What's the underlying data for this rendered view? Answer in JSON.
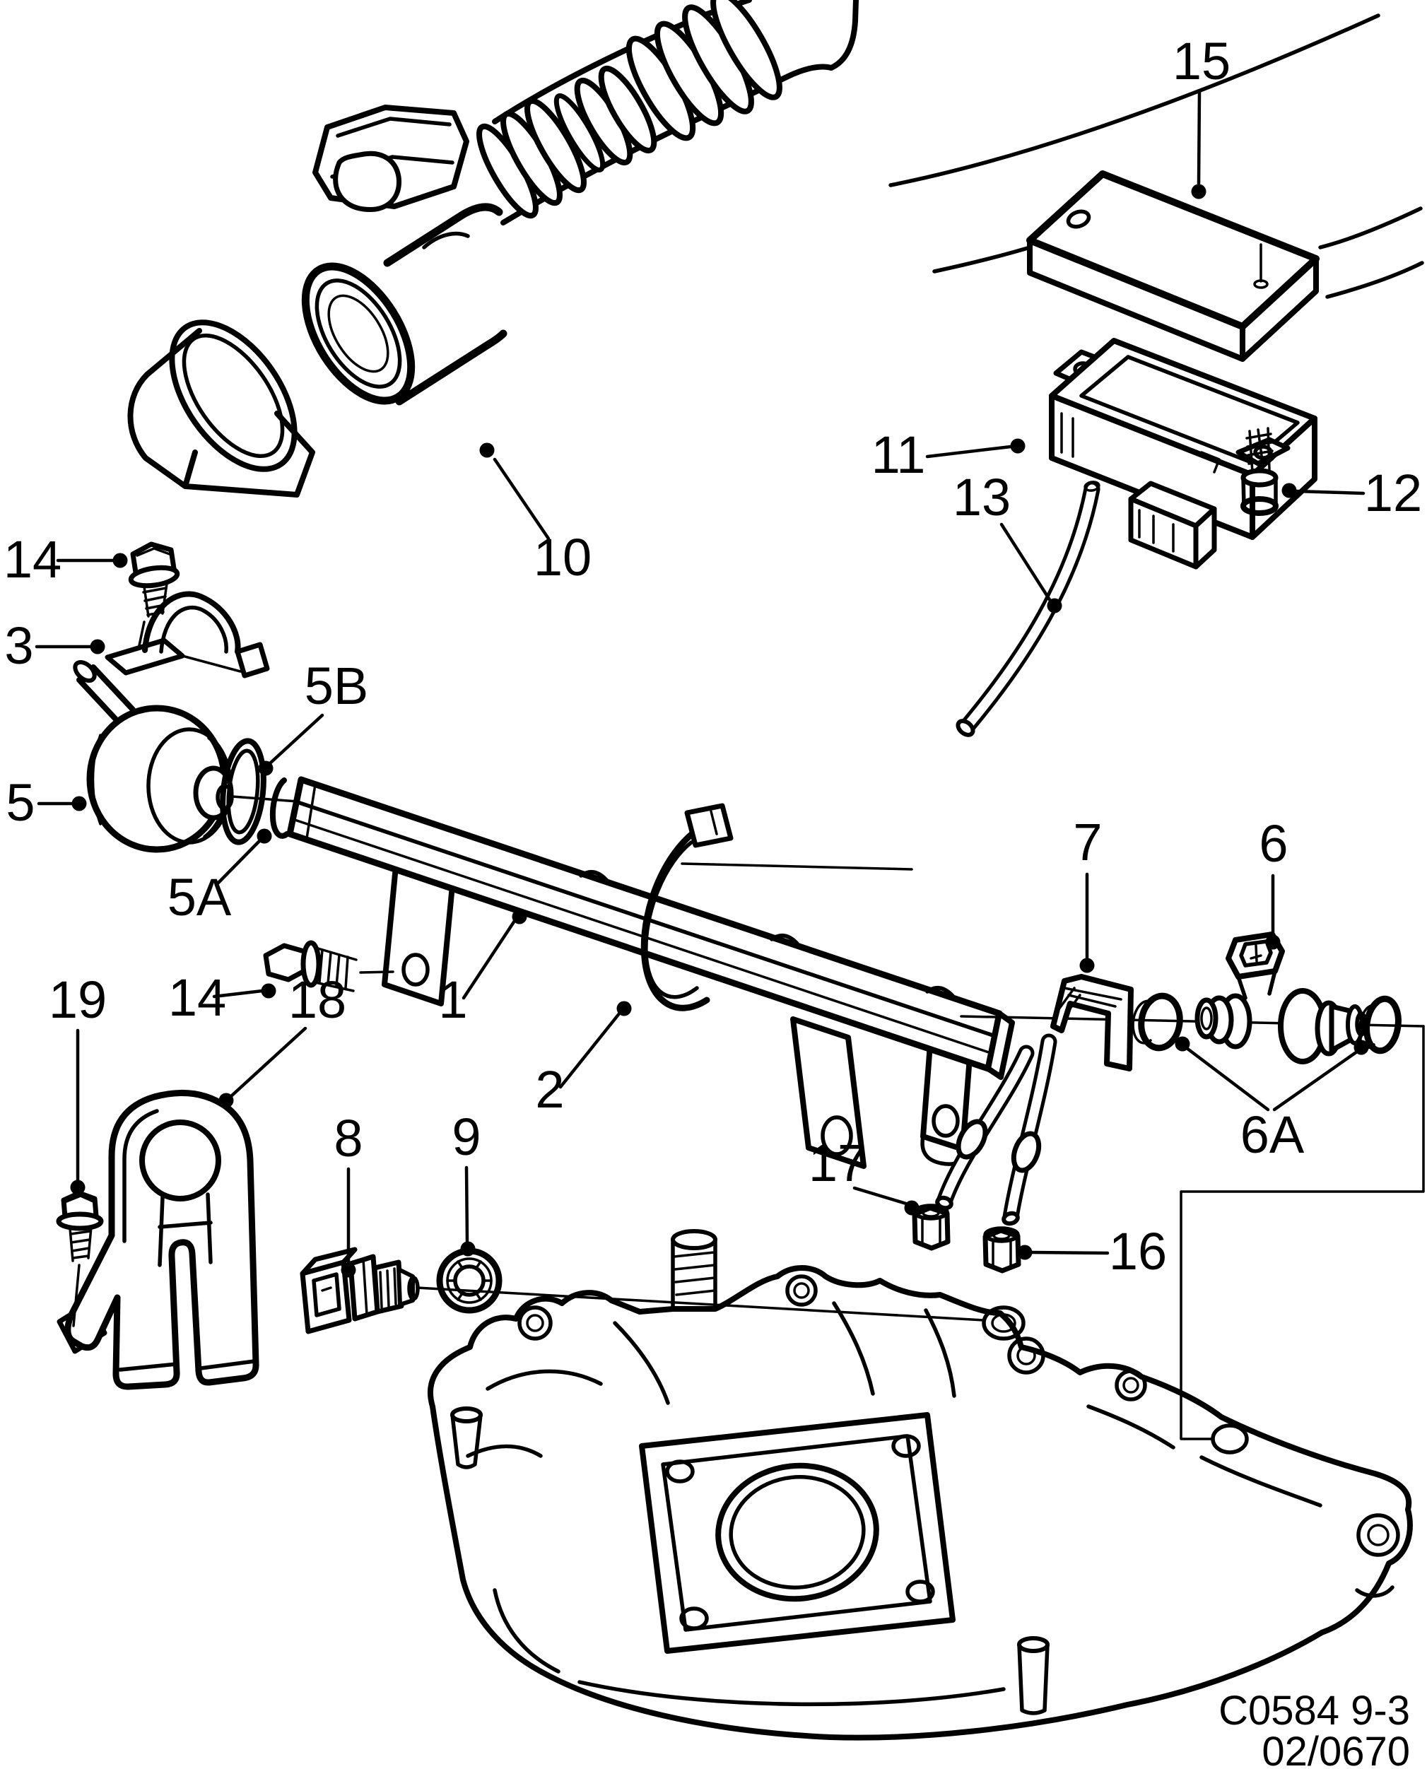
{
  "colors": {
    "ink": "#000000",
    "paper": "#ffffff"
  },
  "diagram": {
    "footer": {
      "code": "C0584 9-3",
      "issue": "02/0670"
    },
    "callouts": [
      {
        "label": "10"
      },
      {
        "label": "15"
      },
      {
        "label": "11"
      },
      {
        "label": "13"
      },
      {
        "label": "12"
      },
      {
        "label": "14"
      },
      {
        "label": "3"
      },
      {
        "label": "5B"
      },
      {
        "label": "5"
      },
      {
        "label": "5A"
      },
      {
        "label": "1"
      },
      {
        "label": "2"
      },
      {
        "label": "14"
      },
      {
        "label": "19"
      },
      {
        "label": "18"
      },
      {
        "label": "7"
      },
      {
        "label": "6"
      },
      {
        "label": "6A"
      },
      {
        "label": "8"
      },
      {
        "label": "9"
      },
      {
        "label": "17"
      },
      {
        "label": "16"
      }
    ]
  }
}
